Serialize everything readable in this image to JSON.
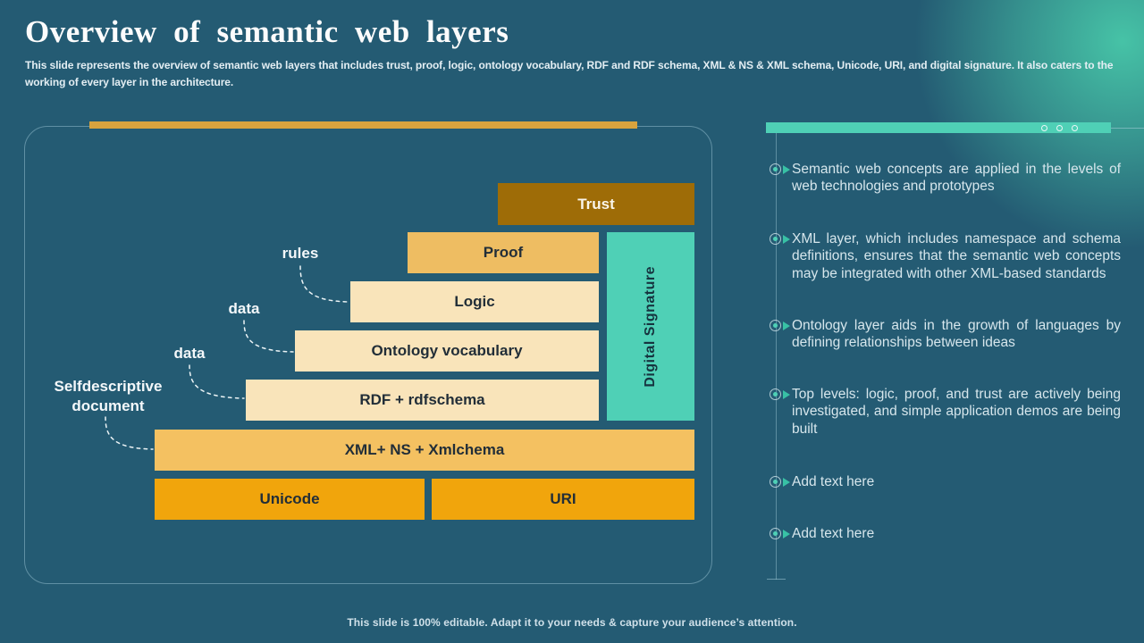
{
  "header": {
    "title": "Overview of semantic web layers",
    "subtitle": "This slide represents the overview of semantic web layers that includes trust, proof, logic, ontology vocabulary, RDF and RDF schema, XML & NS & XML schema, Unicode, URI, and digital signature. It also caters to the working of every layer in the architecture."
  },
  "diagram": {
    "layers": {
      "trust": "Trust",
      "proof": "Proof",
      "logic": "Logic",
      "ontology": "Ontology vocabulary",
      "rdf": "RDF + rdfschema",
      "xml": "XML+ NS + Xmlchema",
      "unicode": "Unicode",
      "uri": "URI"
    },
    "sidebar_label": "Digital Signature",
    "annotations": {
      "rules": "rules",
      "data_logic": "data",
      "data_rdf": "data",
      "selfdescriptive": "Selfdescriptive document"
    }
  },
  "bullets": [
    {
      "text": "Semantic web concepts are applied in the levels of web technologies and prototypes"
    },
    {
      "text": "XML layer, which includes namespace and schema definitions, ensures that the semantic web concepts may be integrated with other XML-based standards"
    },
    {
      "text": "Ontology layer aids in the growth of languages by defining relationships between ideas"
    },
    {
      "text": "Top levels: logic, proof, and trust are actively being investigated, and simple application demos are being built"
    },
    {
      "text": "Add text here"
    },
    {
      "text": "Add text here"
    }
  ],
  "footer": {
    "text": "This slide is 100% editable. Adapt it to your needs & capture your audience’s attention."
  },
  "colors": {
    "background": "#245b73",
    "corner_glow": "#4aceac",
    "trust_brown": "#9e6c07",
    "proof_gold": "#eebd62",
    "cream": "#f9e4ba",
    "xml_gold": "#f4c161",
    "orange": "#f1a50c",
    "teal": "#4fd0b6",
    "accent_bar_gold": "#d8a33e",
    "bullet_text": "#d6e6ec"
  }
}
